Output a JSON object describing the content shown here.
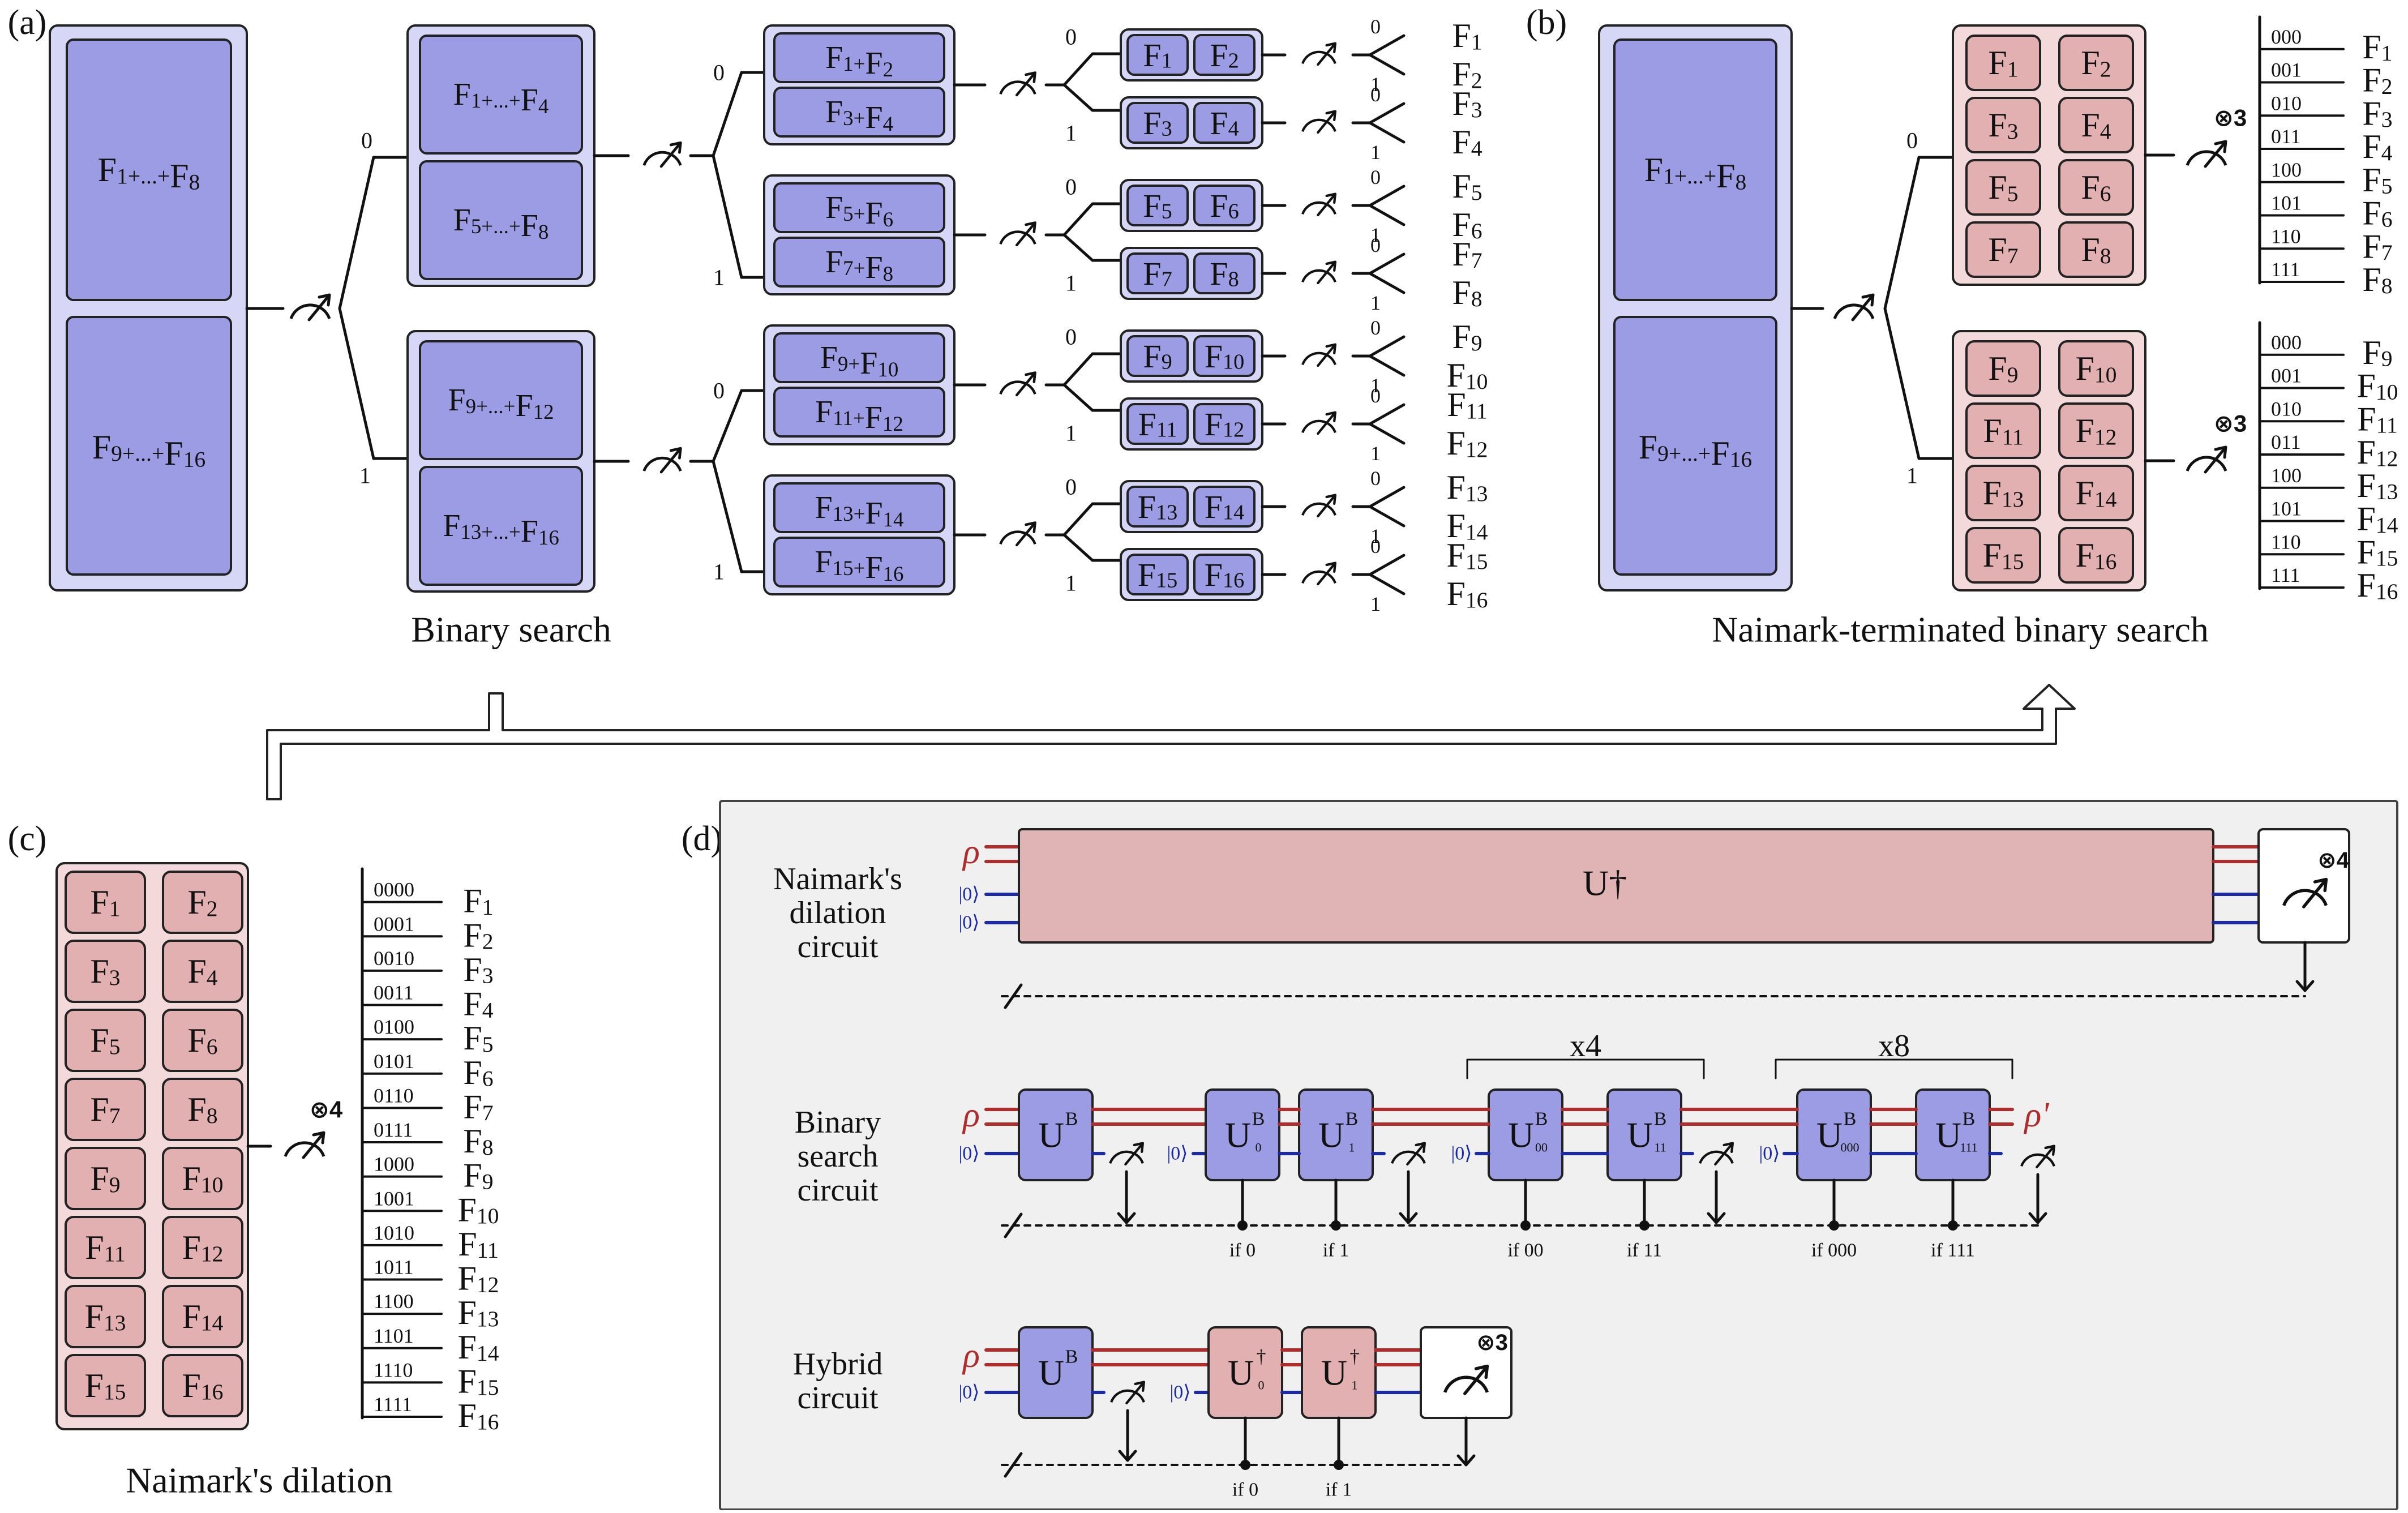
{
  "panels": {
    "a": {
      "label": "(a)",
      "caption": "Binary search"
    },
    "b": {
      "label": "(b)",
      "caption": "Naimark-terminated binary search"
    },
    "c": {
      "label": "(c)",
      "caption": "Naimark's dilation"
    },
    "d": {
      "label": "(d)"
    }
  },
  "a": {
    "big": [
      "F1+...+F8",
      "F9+...+F16"
    ],
    "level1": [
      [
        "F1+...+F4",
        "F5+...+F8"
      ],
      [
        "F9+...+F12",
        "F13+...+F16"
      ]
    ],
    "level2": [
      [
        "F1+F2",
        "F3+F4"
      ],
      [
        "F5+F6",
        "F7+F8"
      ],
      [
        "F9+F10",
        "F11+F12"
      ],
      [
        "F13+F14",
        "F15+F16"
      ]
    ],
    "level3": [
      [
        "F1",
        "F2"
      ],
      [
        "F3",
        "F4"
      ],
      [
        "F5",
        "F6"
      ],
      [
        "F7",
        "F8"
      ],
      [
        "F9",
        "F10"
      ],
      [
        "F11",
        "F12"
      ],
      [
        "F13",
        "F14"
      ],
      [
        "F15",
        "F16"
      ]
    ],
    "outputs": [
      "F1",
      "F2",
      "F3",
      "F4",
      "F5",
      "F6",
      "F7",
      "F8",
      "F9",
      "F10",
      "F11",
      "F12",
      "F13",
      "F14",
      "F15",
      "F16"
    ],
    "branch_bits": [
      "0",
      "1"
    ]
  },
  "b": {
    "big": [
      "F1+...+F8",
      "F9+...+F16"
    ],
    "groups": [
      [
        "F1",
        "F2",
        "F3",
        "F4",
        "F5",
        "F6",
        "F7",
        "F8"
      ],
      [
        "F9",
        "F10",
        "F11",
        "F12",
        "F13",
        "F14",
        "F15",
        "F16"
      ]
    ],
    "tensor": "⊗3",
    "codes": [
      "000",
      "001",
      "010",
      "011",
      "100",
      "101",
      "110",
      "111"
    ],
    "outputs": [
      "F1",
      "F2",
      "F3",
      "F4",
      "F5",
      "F6",
      "F7",
      "F8",
      "F9",
      "F10",
      "F11",
      "F12",
      "F13",
      "F14",
      "F15",
      "F16"
    ],
    "branch_bits": [
      "0",
      "1"
    ]
  },
  "c": {
    "cells": [
      "F1",
      "F2",
      "F3",
      "F4",
      "F5",
      "F6",
      "F7",
      "F8",
      "F9",
      "F10",
      "F11",
      "F12",
      "F13",
      "F14",
      "F15",
      "F16"
    ],
    "tensor": "⊗4",
    "codes": [
      "0000",
      "0001",
      "0010",
      "0011",
      "0100",
      "0101",
      "0110",
      "0111",
      "1000",
      "1001",
      "1010",
      "1011",
      "1100",
      "1101",
      "1110",
      "1111"
    ],
    "outputs": [
      "F1",
      "F2",
      "F3",
      "F4",
      "F5",
      "F6",
      "F7",
      "F8",
      "F9",
      "F10",
      "F11",
      "F12",
      "F13",
      "F14",
      "F15",
      "F16"
    ]
  },
  "d": {
    "rows": [
      {
        "label": [
          "Naimark's",
          "dilation",
          "circuit"
        ]
      },
      {
        "label": [
          "Binary",
          "search",
          "circuit"
        ]
      },
      {
        "label": [
          "Hybrid",
          "circuit"
        ]
      }
    ],
    "rho": "ρ",
    "rho_prime": "ρ'",
    "ket0": "|0⟩",
    "udag": "U†",
    "tensor4": "⊗4",
    "tensor3": "⊗3",
    "x4": "x4",
    "x8": "x8",
    "binary_conditions": [
      "if  0",
      "if  1",
      "if  00",
      "if  11",
      "if  000",
      "if  111"
    ],
    "hybrid_conditions": [
      "if  0",
      "if  1"
    ],
    "gate_base": "U",
    "gate_sup": "B",
    "gate_dagger": "†",
    "binary_subs": [
      "0",
      "1",
      "00",
      "11",
      "000",
      "111"
    ],
    "hybrid_subs": [
      "0",
      "1"
    ]
  },
  "colors": {
    "blue_fill": "#9c9ce4",
    "blue_outer": "#d6d6f6",
    "pink_fill": "#e2b0b0",
    "pink_outer": "#f3d9d9",
    "red_wire": "#b02c2c",
    "blue_wire": "#1a2aa8",
    "panel_d_bg": "#f0f0f0"
  }
}
